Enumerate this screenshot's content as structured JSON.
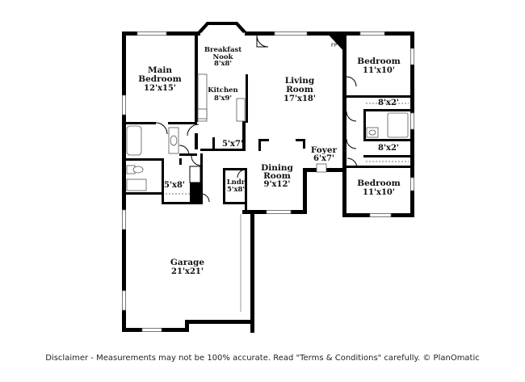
{
  "rooms": {
    "breakfast_nook": {
      "name1": "Breakfast",
      "name2": "Nook",
      "dim": "8'x8'"
    },
    "main_bedroom": {
      "name1": "Main",
      "name2": "Bedroom",
      "dim": "12'x15'"
    },
    "kitchen": {
      "name": "Kitchen",
      "dim": "8'x9'"
    },
    "living_room": {
      "name1": "Living",
      "name2": "Room",
      "dim": "17'x18'"
    },
    "bedroom_1": {
      "name": "Bedroom",
      "dim": "11'x10'"
    },
    "closet_1": {
      "dim": "8'x2'"
    },
    "closet_2": {
      "dim": "8'x2'"
    },
    "bedroom_2": {
      "name": "Bedroom",
      "dim": "11'x10'"
    },
    "hall": {
      "dim": "5'x7'"
    },
    "foyer": {
      "name": "Foyer",
      "dim": "6'x7'"
    },
    "dining_room": {
      "name1": "Dining",
      "name2": "Room",
      "dim": "9'x12'"
    },
    "walk_in_closet": {
      "dim": "5'x8'"
    },
    "laundry": {
      "name": "Lndr",
      "dim": "5'x8'"
    },
    "garage": {
      "name": "Garage",
      "dim": "21'x21'"
    },
    "fireplace": {
      "label": "FP"
    }
  },
  "disclaimer": "Disclaimer - Measurements may not be 100% accurate. Read \"Terms & Conditions\" carefully. © PlanOmatic"
}
